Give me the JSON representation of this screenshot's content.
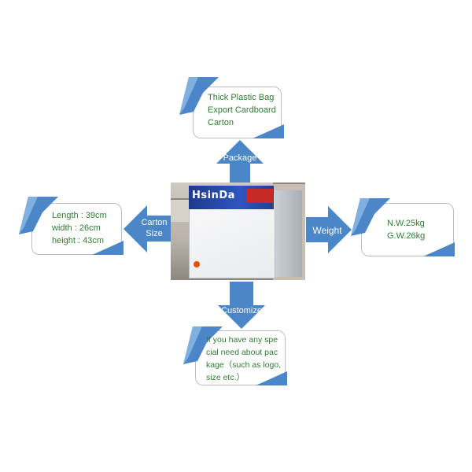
{
  "colors": {
    "accent_blue": "#4a86c8",
    "text_green": "#2e7d32",
    "card_border": "#b9c0c8"
  },
  "center": {
    "photo_brand": "HsinDa",
    "photo_description": "product carton"
  },
  "arrows": {
    "package": "Package",
    "carton_size": "Carton\nSize",
    "weight": "Weight",
    "customize": "Customize"
  },
  "cards": {
    "package": "Thick Plastic Bag\nExport Cardboard\nCarton",
    "carton_size": "Length : 39cm\nwidth : 26cm\nheight : 43cm",
    "weight": "N.W.25kg\nG.W.26kg",
    "customize": "If you have any spe\ncial need about pac\nkage（such as logo,\nsize etc.）"
  }
}
